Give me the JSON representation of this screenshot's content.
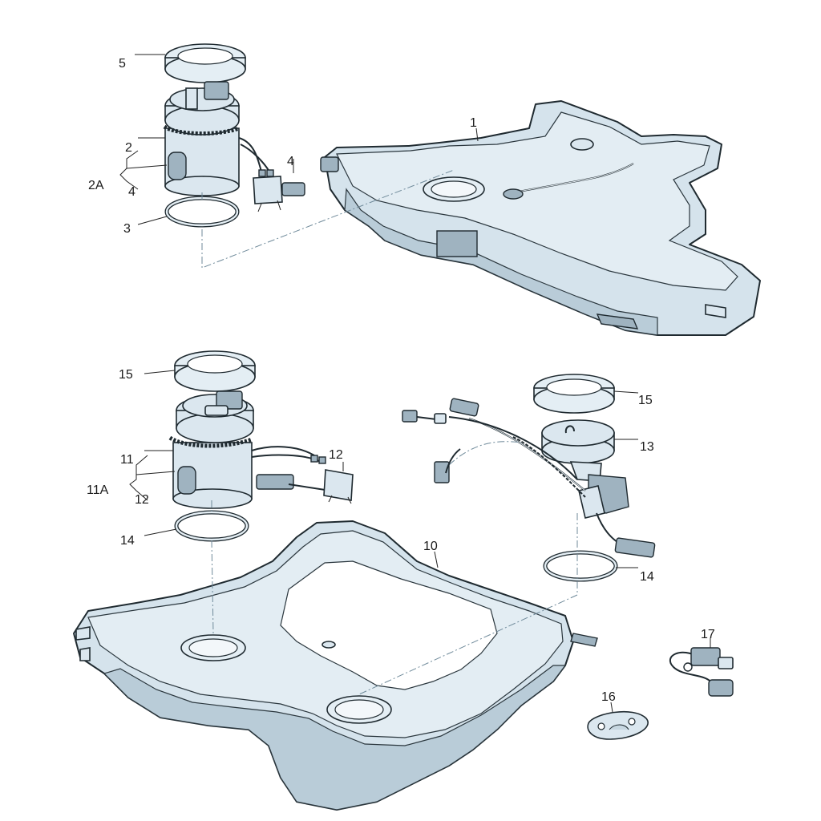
{
  "callouts": [
    {
      "id": "c5",
      "text": "5"
    },
    {
      "id": "c1",
      "text": "1"
    },
    {
      "id": "c2",
      "text": "2"
    },
    {
      "id": "c2A",
      "text": "2A"
    },
    {
      "id": "c4a",
      "text": "4"
    },
    {
      "id": "c4b",
      "text": "4"
    },
    {
      "id": "c3",
      "text": "3"
    },
    {
      "id": "c15a",
      "text": "15"
    },
    {
      "id": "c15b",
      "text": "15"
    },
    {
      "id": "c12a",
      "text": "12"
    },
    {
      "id": "c11",
      "text": "11"
    },
    {
      "id": "c11A",
      "text": "11A"
    },
    {
      "id": "c12b",
      "text": "12"
    },
    {
      "id": "c13",
      "text": "13"
    },
    {
      "id": "c14a",
      "text": "14"
    },
    {
      "id": "c14b",
      "text": "14"
    },
    {
      "id": "c10",
      "text": "10"
    },
    {
      "id": "c17",
      "text": "17"
    },
    {
      "id": "c16",
      "text": "16"
    }
  ]
}
